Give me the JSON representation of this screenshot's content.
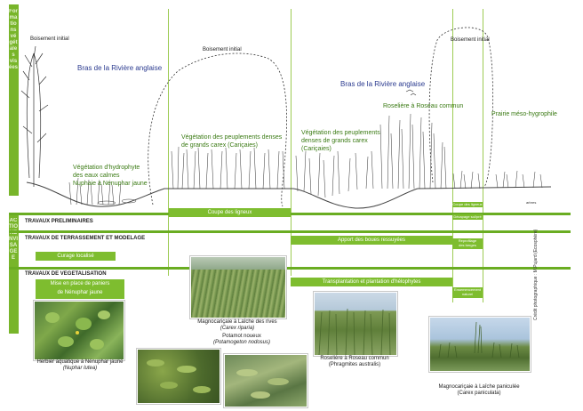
{
  "left_bar": {
    "top_label": "Formations végétales visées",
    "bottom_label": "ACTIONENVISAGEE"
  },
  "top_labels": {
    "boisement_initial_left": "Boisement initial",
    "bras_left": "Bras de la Rivière anglaise",
    "boisement_initial_center": "Boisement initial",
    "bras_right": "Bras de la Rivière anglaise",
    "boisement_initial_right": "Boisement initial",
    "roseliere": "Roselière à Roseau commun",
    "prairie": "Prairie méso-hygrophile"
  },
  "vegetation_labels": {
    "hydrophyte_1": "Végétation d'hydrophyte",
    "hydrophyte_2": "des eaux calmes",
    "hydrophyte_3": "Nuphaie à Nénuphar jaune",
    "carex_center_1": "Végétation des peuplements denses",
    "carex_center_2": "de grands carex (Cariçaies)",
    "carex_right_1": "Végétation des peuplements",
    "carex_right_2": "denses de grands carex",
    "carex_right_3": "(Cariçaies)"
  },
  "sections": {
    "preliminaires": "TRAVAUX PRELIMINAIRES",
    "terrassement": "TRAVAUX DE TERRASSEMENT ET MODELAGE",
    "vegetalisation": "TRAVAUX DE VEGETALISATION"
  },
  "actions": {
    "coupe_ligneux": "Coupe des ligneux",
    "coupe_ligneux_small": "Coupe des ligneux",
    "decapage": "Décapage sol/pré",
    "apport_boues": "Apport des boues ressuyées",
    "reprofilage_1": "Reprofilage",
    "reprofilage_2": "des berges",
    "curage": "Curage localisé",
    "paniers_1": "Mise en place de paniers",
    "paniers_2": "de Nénuphar jaune",
    "transplantation": "Transplantation et plantation d'hélophytes",
    "ensemencement_1": "Ensemencement",
    "ensemencement_2": "naturel",
    "arbres": "arbres"
  },
  "captions": {
    "nuphar_1": "Herbier aquatique à Nénuphar jaune",
    "nuphar_2": "(Nuphar lutea)",
    "carex_riparia_1": "Magnocariçaie à Laîche des rives",
    "carex_riparia_2": "(Carex riparia)",
    "potamot_1": "Potamot noueux",
    "potamot_2": "(Potamogeton nodosus)",
    "phragmites_1": "Roselière à Roseau commun",
    "phragmites_2": "(Phragmites australis)",
    "paniculata_1": "Magnocariçaie à Laîche paniculée",
    "paniculata_2": "(Carex paniculata)"
  },
  "credit": "Crédit photographique : M.Pujard (Ecosphère)",
  "colors": {
    "accent_green": "#7ebd2f",
    "dark_green_text": "#3a7a13",
    "blue_text": "#2a3a8f"
  }
}
